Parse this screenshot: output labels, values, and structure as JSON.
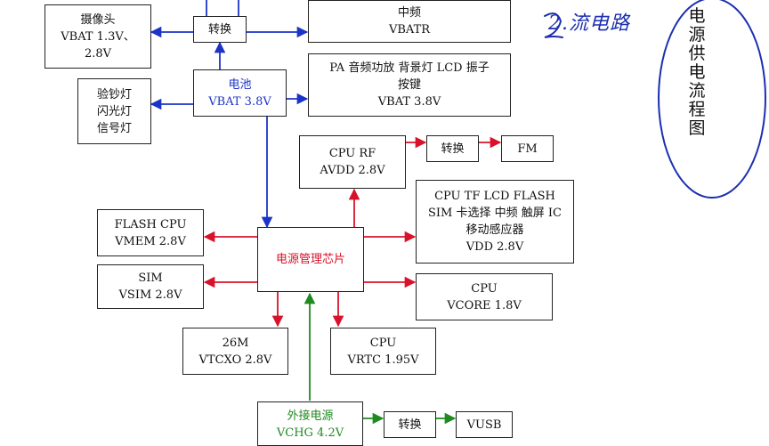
{
  "boxes": {
    "camera": [
      "摄像头",
      "VBAT 1.3V、",
      "2.8V"
    ],
    "convert_top": [
      "转换"
    ],
    "intermediate_freq": [
      "中频",
      "VBATR"
    ],
    "battery": [
      "电池",
      "VBAT 3.8V"
    ],
    "pa": [
      "PA 音频功放 背景灯 LCD 振子",
      "按键",
      "VBAT 3.8V"
    ],
    "lamps": [
      "验钞灯",
      "闪光灯",
      "信号灯"
    ],
    "cpu_rf": [
      "CPU RF",
      "AVDD 2.8V"
    ],
    "convert_fm": [
      "转换"
    ],
    "fm": [
      "FM"
    ],
    "flash_cpu": [
      "FLASH CPU",
      "VMEM 2.8V"
    ],
    "pmic": [
      "电源管理芯片"
    ],
    "vdd": [
      "CPU TF LCD FLASH",
      "SIM 卡选择 中频 触屏 IC",
      "移动感应器",
      "VDD 2.8V"
    ],
    "sim": [
      "SIM",
      "VSIM 2.8V"
    ],
    "vcore": [
      "CPU",
      "VCORE 1.8V"
    ],
    "tcxo": [
      "26M",
      "VTCXO 2.8V"
    ],
    "rtc": [
      "CPU",
      "VRTC 1.95V"
    ],
    "external": [
      "外接电源",
      "VCHG 4.2V"
    ],
    "convert_usb": [
      "转换"
    ],
    "vusb": [
      "VUSB"
    ]
  },
  "side_title": [
    "电",
    "源",
    "供",
    "电",
    "流",
    "程",
    "图"
  ],
  "handwriting": "2.流电路",
  "colors": {
    "blue": "#1b34c8",
    "red": "#d8122a",
    "green": "#1f8a1f",
    "border": "#222222"
  }
}
